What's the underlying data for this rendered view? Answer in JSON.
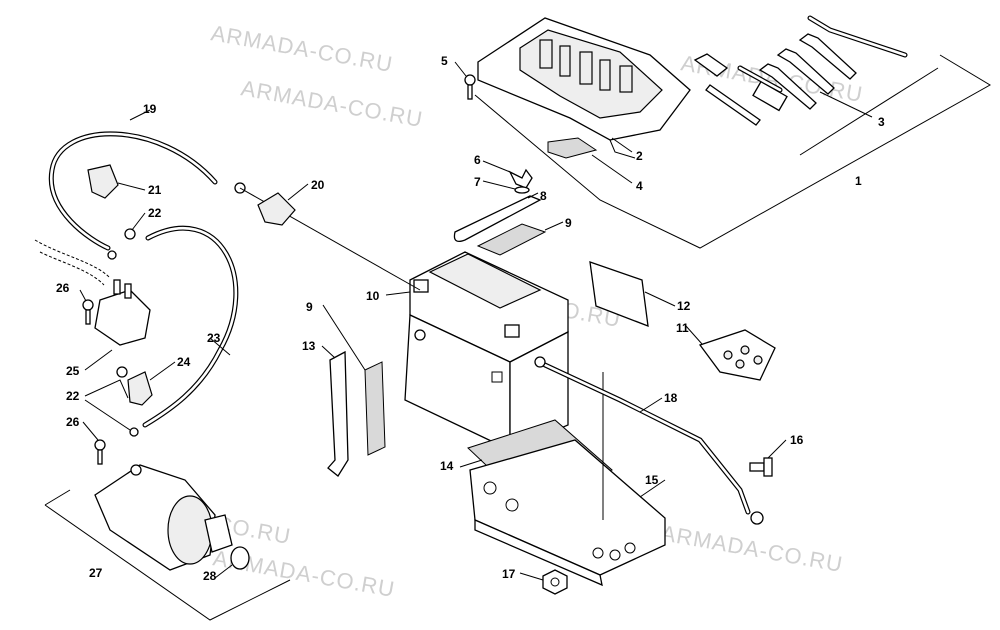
{
  "watermark": "ARMADA-CO.RU",
  "labels": {
    "l1": "1",
    "l2": "2",
    "l3": "3",
    "l4": "4",
    "l5": "5",
    "l6": "6",
    "l7": "7",
    "l8": "8",
    "l9a": "9",
    "l9b": "9",
    "l10": "10",
    "l11": "11",
    "l12": "12",
    "l13": "13",
    "l14": "14",
    "l15": "15",
    "l16": "16",
    "l17": "17",
    "l18": "18",
    "l19": "19",
    "l20": "20",
    "l21": "21",
    "l22a": "22",
    "l22b": "22",
    "l23": "23",
    "l24": "24",
    "l25": "25",
    "l26a": "26",
    "l26b": "26",
    "l27": "27",
    "l28": "28"
  }
}
